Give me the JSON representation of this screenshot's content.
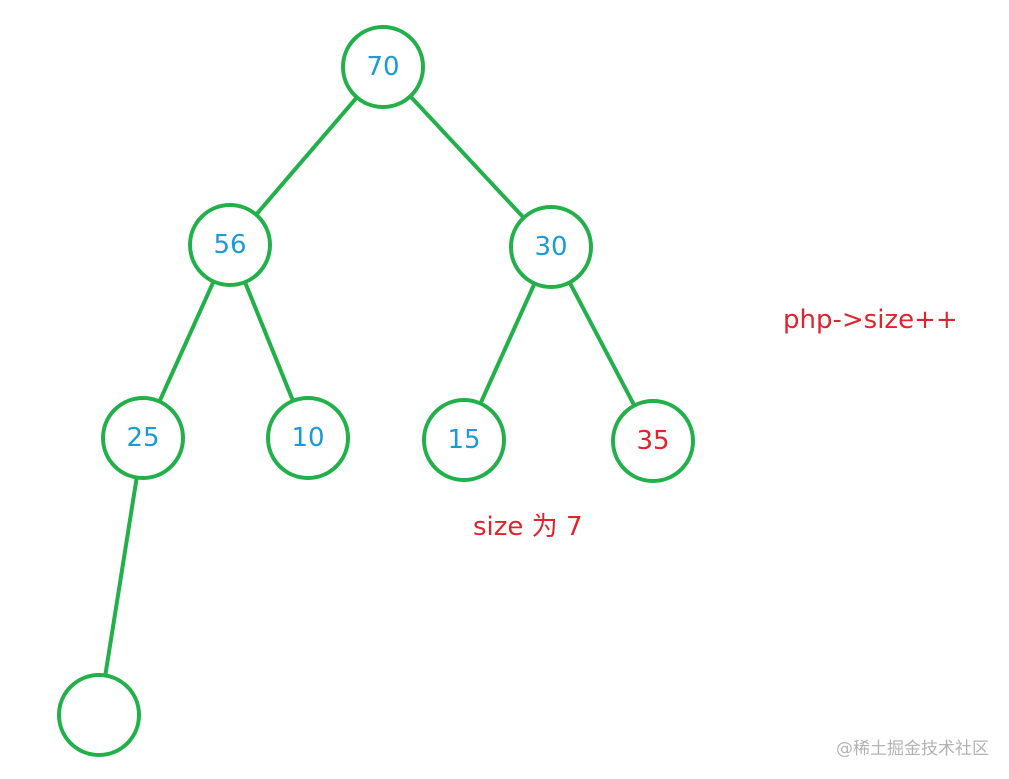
{
  "colors": {
    "node_stroke": "#22b04a",
    "value_text": "#1d9ad6",
    "new_value_text": "#e0232e",
    "annotation_text": "#e0232e",
    "watermark_text": "#b3b3b3"
  },
  "tree": {
    "nodes": [
      {
        "id": "n70",
        "value": "70",
        "role": "existing"
      },
      {
        "id": "n56",
        "value": "56",
        "role": "existing"
      },
      {
        "id": "n30",
        "value": "30",
        "role": "existing"
      },
      {
        "id": "n25",
        "value": "25",
        "role": "existing"
      },
      {
        "id": "n10",
        "value": "10",
        "role": "existing"
      },
      {
        "id": "n15",
        "value": "15",
        "role": "existing"
      },
      {
        "id": "n35",
        "value": "35",
        "role": "new"
      },
      {
        "id": "nEmpty",
        "value": "",
        "role": "empty"
      }
    ],
    "edges": [
      [
        "n70",
        "n56"
      ],
      [
        "n70",
        "n30"
      ],
      [
        "n56",
        "n25"
      ],
      [
        "n56",
        "n10"
      ],
      [
        "n30",
        "n15"
      ],
      [
        "n30",
        "n35"
      ],
      [
        "n25",
        "nEmpty"
      ]
    ]
  },
  "annotations": {
    "size_increment": "php->size++",
    "size_value": "size 为 7"
  },
  "watermark": "@稀土掘金技术社区"
}
